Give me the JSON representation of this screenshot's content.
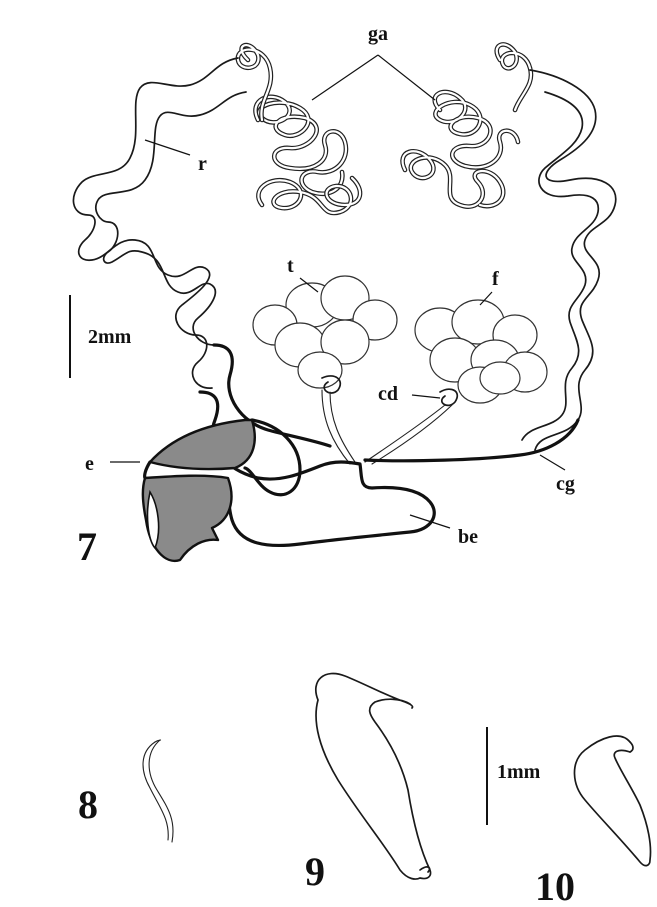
{
  "figure": {
    "panels": [
      {
        "id": "panel-7",
        "number": "7"
      },
      {
        "id": "panel-8",
        "number": "8"
      },
      {
        "id": "panel-9",
        "number": "9"
      },
      {
        "id": "panel-10",
        "number": "10"
      }
    ],
    "labels": {
      "ga": "ga",
      "r": "r",
      "t": "t",
      "f": "f",
      "cd": "cd",
      "e": "e",
      "cg": "cg",
      "be": "be"
    },
    "scale_bars": {
      "main": "2mm",
      "small": "1mm"
    },
    "colors": {
      "ink": "#111111",
      "stipple_fill": "#f4f4f4",
      "dark_shade": "#8a8a8a",
      "background": "#ffffff"
    }
  }
}
